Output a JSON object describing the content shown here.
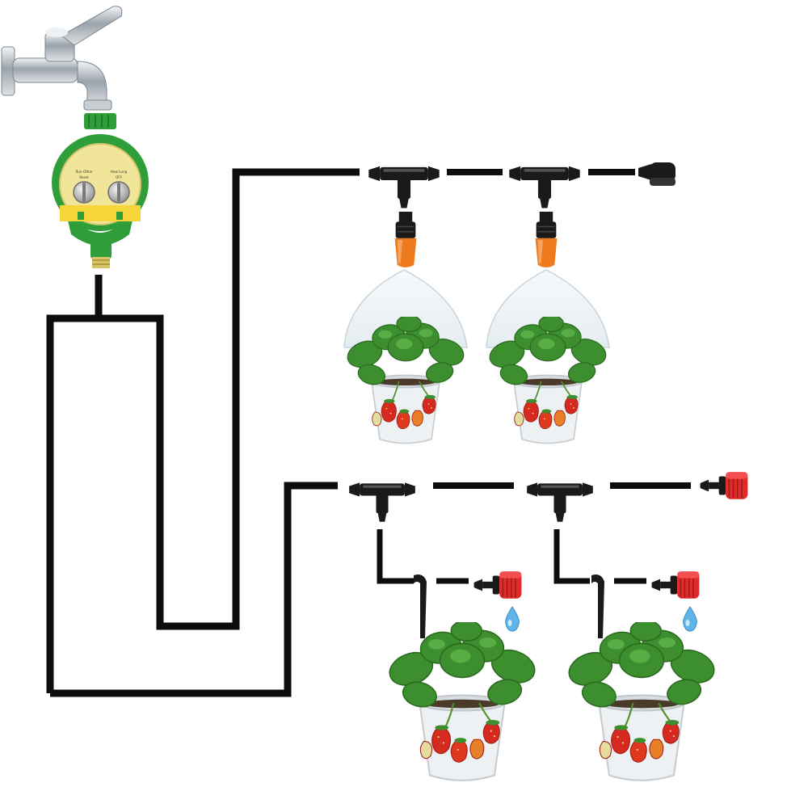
{
  "timer": {
    "dial_left_label": "Run Often",
    "dial_left_sublabel": "Reset",
    "dial_right_label": "How Long",
    "dial_right_sublabel": "OFF"
  },
  "colors": {
    "pipe": "#0d0d0d",
    "timer_body": "#2f9e3a",
    "timer_face": "#f1e59a",
    "dial": "#c8c8c8",
    "faucet": "#b9bfc6",
    "mister": "#ee7a1e",
    "dripper": "#e02b2b",
    "connector": "#1a1a1a",
    "water_drop": "#5fb4ea",
    "leaf": "#3c8e2e",
    "pot": "#e9ecef",
    "berry": "#d42a1f",
    "cover": "#e6eef2"
  },
  "icons": {
    "faucet": "faucet-icon",
    "timer": "water-timer-icon",
    "tee": "tee-connector-icon",
    "end_plug": "end-plug-icon",
    "mister": "mist-nozzle-icon",
    "dripper": "drip-emitter-icon",
    "drop": "water-drop-icon",
    "pot": "strawberry-pot-icon"
  }
}
